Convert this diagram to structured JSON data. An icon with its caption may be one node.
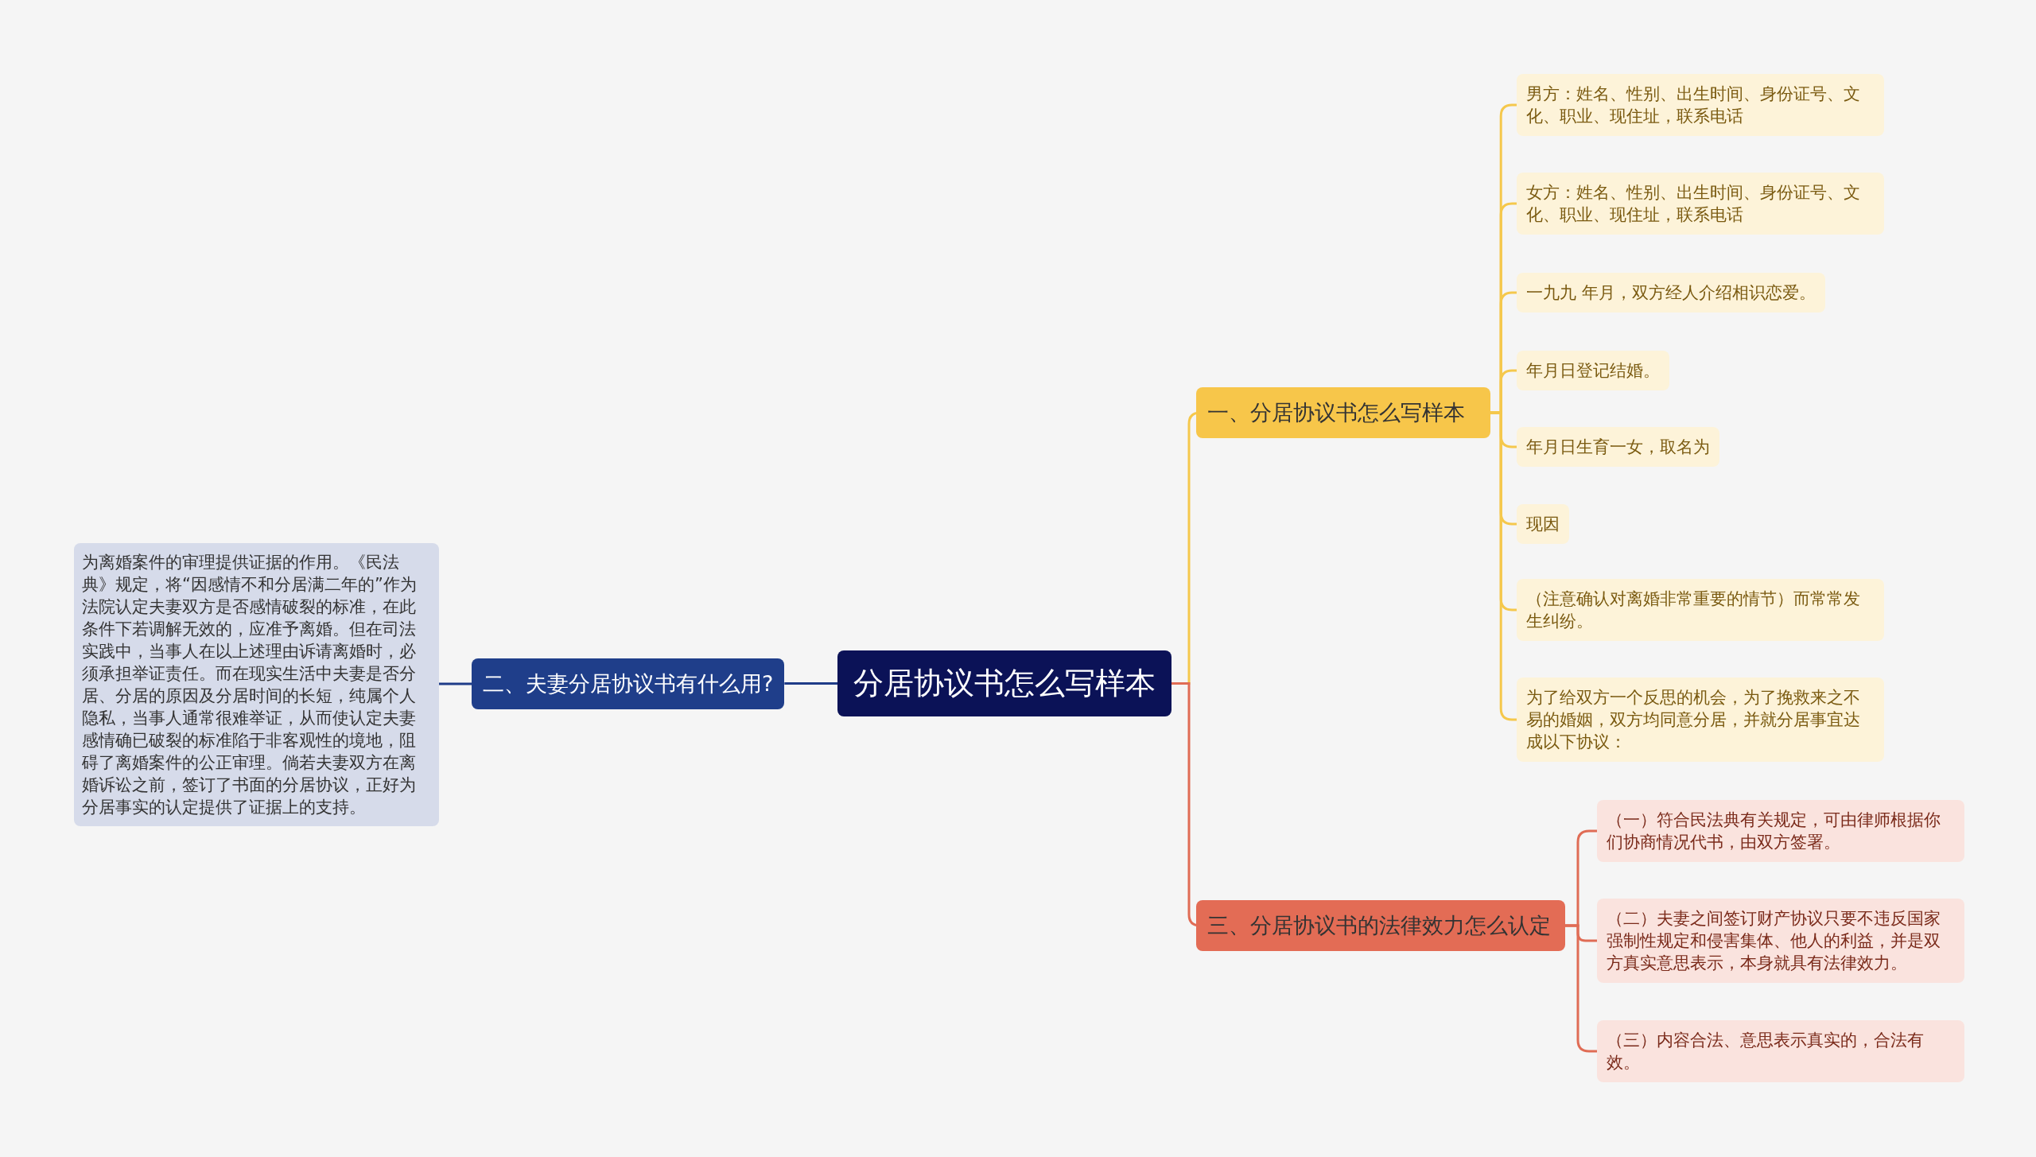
{
  "diagram": {
    "nodes": [
      {
        "text": [
          "分居协议书怎么写样本"
        ]
      },
      {
        "text": [
          "一、分居协议书怎么写样本"
        ]
      },
      {
        "text": [
          "男方：姓名、性别、出生时间、身份证号、文化、职业、现住址，联系电话"
        ]
      },
      {
        "text": [
          "女方：姓名、性别、出生时间、身份证号、文化、职业、现住址，联系电话"
        ]
      },
      {
        "text": [
          "一九九 年月，双方经人介绍相识恋爱。"
        ]
      },
      {
        "text": [
          "年月日登记结婚。"
        ]
      },
      {
        "text": [
          "年月日生育一女，取名为"
        ]
      },
      {
        "text": [
          "现因"
        ]
      },
      {
        "text": [
          "（注意确认对离婚非常重要的情节）而常常发生纠纷。"
        ]
      },
      {
        "text": [
          "为了给双方一个反思的机会，为了挽救来之不易的婚姻，双方均同意分居，并就分居事宜达成以下协议："
        ]
      },
      {
        "text": [
          "二、夫妻分居协议书有什么用?"
        ]
      },
      {
        "text": [
          "为离婚案件的审理提供证据的作用。《民法典》规定，将“因感情不和分居满二年的”作为法院认定夫妻双方是否感情破裂的标准，在此条件下若调解无效的，应准予离婚。但在司法实践中，当事人在以上述理由诉请离婚时，必须承担举证责任。而在现实生活中夫妻是否分居、分居的原因及分居时间的长短，纯属个人隐私，当事人通常很难举证，从而使认定夫妻感情确已破裂的标准陷于非客观性的境地，阻碍了离婚案件的公正审理。倘若夫妻双方在离婚诉讼之前，签订了书面的分居协议，正好为分居事实的认定提供了证据上的支持。"
        ]
      },
      {
        "text": [
          "三、分居协议书的法律效力怎么认定"
        ]
      },
      {
        "text": [
          "（一）符合民法典有关规定，可由律师根据你们协商情况代书，由双方签署。"
        ]
      },
      {
        "text": [
          "（二）夫妻之间签订财产协议只要不违反国家强制性规定和侵害集体、他人的利益，并是双方真实意思表示，本身就具有法律效力。"
        ]
      },
      {
        "text": [
          "（三）内容合法、意思表示真实的，合法有效。"
        ]
      }
    ],
    "edges": [
      {
        "from": 0,
        "to": 1,
        "arrow": "none"
      },
      {
        "from": 1,
        "to": 2,
        "arrow": "none"
      },
      {
        "from": 1,
        "to": 3,
        "arrow": "none"
      },
      {
        "from": 1,
        "to": 4,
        "arrow": "none"
      },
      {
        "from": 1,
        "to": 5,
        "arrow": "none"
      },
      {
        "from": 1,
        "to": 6,
        "arrow": "none"
      },
      {
        "from": 1,
        "to": 7,
        "arrow": "none"
      },
      {
        "from": 1,
        "to": 8,
        "arrow": "none"
      },
      {
        "from": 1,
        "to": 9,
        "arrow": "none"
      },
      {
        "from": 0,
        "to": 10,
        "arrow": "none",
        "color": "#1f3c88"
      },
      {
        "from": 10,
        "to": 11,
        "arrow": "none",
        "color": "#1f3c88"
      },
      {
        "from": 0,
        "to": 12,
        "arrow": "none",
        "color": "#e06c55"
      },
      {
        "from": 12,
        "to": 13,
        "arrow": "none",
        "color": "#e06c55"
      },
      {
        "from": 12,
        "to": 14,
        "arrow": "none",
        "color": "#e06c55"
      },
      {
        "from": 12,
        "to": 15,
        "arrow": "none",
        "color": "#e06c55"
      }
    ]
  }
}
